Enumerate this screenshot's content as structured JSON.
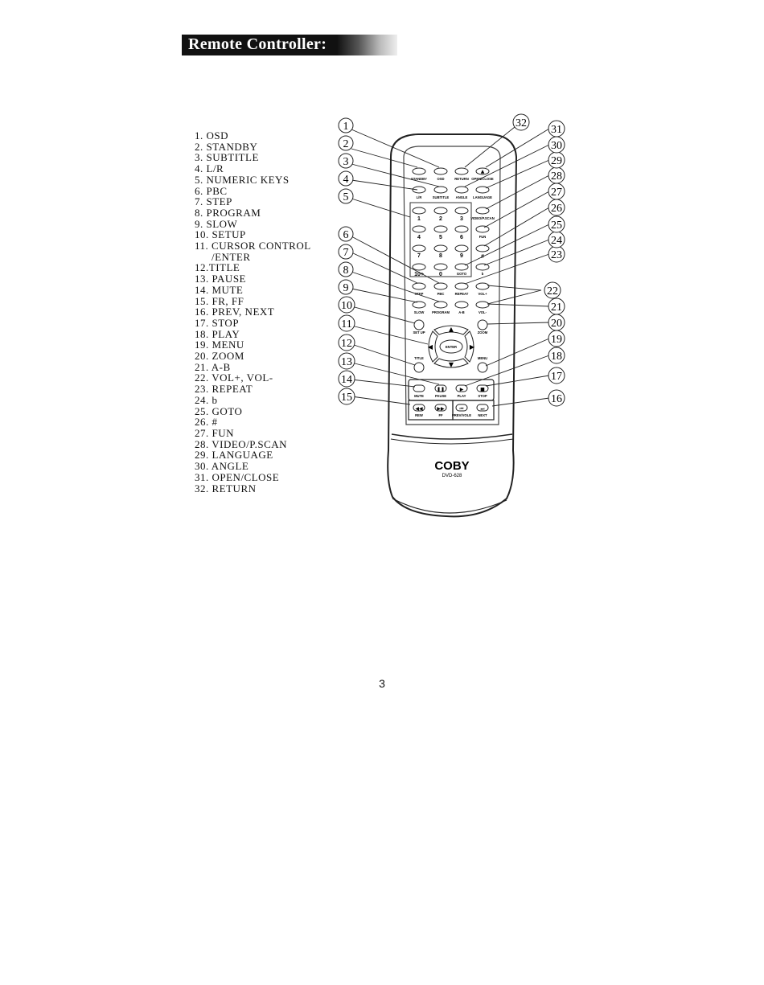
{
  "header": {
    "title": "Remote Controller:"
  },
  "legend": {
    "items": [
      "1. OSD",
      "2. STANDBY",
      "3. SUBTITLE",
      "4. L/R",
      "5. NUMERIC KEYS",
      "6. PBC",
      "7. STEP",
      "8. PROGRAM",
      "9. SLOW",
      "10. SETUP",
      "11. CURSOR CONTROL",
      "/ENTER",
      "12.TITLE",
      "13. PAUSE",
      "14. MUTE",
      "15. FR, FF",
      "16. PREV, NEXT",
      "17. STOP",
      "18. PLAY",
      "19. MENU",
      "20. ZOOM",
      "21. A-B",
      "22. VOL+, VOL-",
      "23. REPEAT",
      "24. b",
      "25. GOTO",
      "26. #",
      "27. FUN",
      "28. VIDEO/P.SCAN",
      "29. LANGUAGE",
      "30. ANGLE",
      "31. OPEN/CLOSE",
      "32. RETURN"
    ]
  },
  "remote": {
    "brand": "COBY",
    "model": "DVD-628",
    "row1": [
      "STANDBY",
      "OSD",
      "RETURN",
      "OPEN/CLOSE"
    ],
    "row2": [
      "L/R",
      "SUBTITLE",
      "ANGLE",
      "LANGUAGE"
    ],
    "video_pscan": "VIDEO/P.SCAN",
    "fun": "FUN",
    "hash": "#",
    "goto": "GOTO",
    "b": "b",
    "digits": [
      "1",
      "2",
      "3",
      "4",
      "5",
      "6",
      "7",
      "8",
      "9",
      "10+",
      "0"
    ],
    "row_step": [
      "STEP",
      "PBC",
      "REPEAT",
      "VOL+"
    ],
    "row_slow": [
      "SLOW",
      "PROGRAM",
      "A-B",
      "VOL-"
    ],
    "setup": "SET UP",
    "zoom": "ZOOM",
    "enter": "ENTER",
    "title": "TITLE",
    "menu": "MENU",
    "transport": [
      "MUTE",
      "PAUSE",
      "PLAY",
      "STOP"
    ],
    "seek": [
      "REW",
      "FF",
      "PREV/VOLE",
      "NEXT"
    ],
    "callouts": [
      "1",
      "2",
      "3",
      "4",
      "5",
      "6",
      "7",
      "8",
      "9",
      "10",
      "11",
      "12",
      "13",
      "14",
      "15",
      "16",
      "17",
      "18",
      "19",
      "20",
      "21",
      "22",
      "23",
      "24",
      "25",
      "26",
      "27",
      "28",
      "29",
      "30",
      "31",
      "32"
    ]
  },
  "page": {
    "number": "3"
  }
}
